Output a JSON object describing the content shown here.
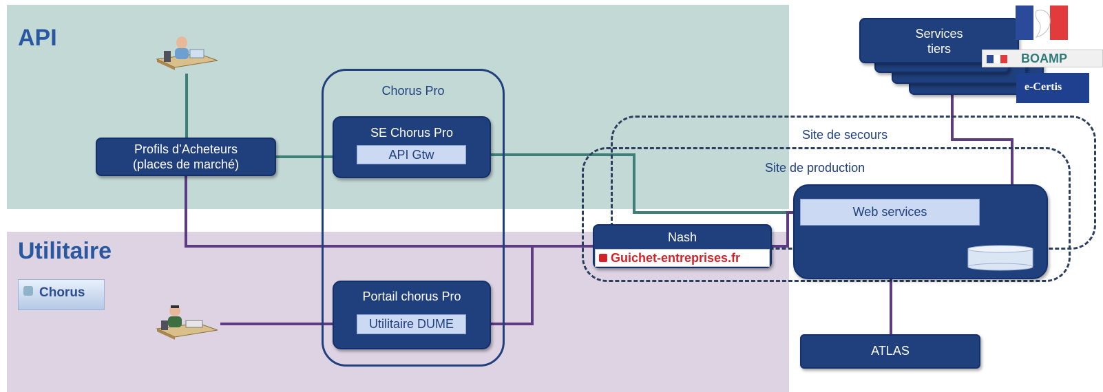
{
  "bands": {
    "api_title": "API",
    "util_title": "Utilitaire"
  },
  "chorus_logo": {
    "text": "Chorus"
  },
  "boxes": {
    "profils_line1": "Profils d’Acheteurs",
    "profils_line2": "(places de marché)",
    "chorus_pro_group": "Chorus Pro",
    "se_chorus_pro": "SE Chorus Pro",
    "api_gtw": "API Gtw",
    "portail_chorus_pro": "Portail chorus Pro",
    "utilitaire_dume": "Utilitaire DUME",
    "nash": "Nash",
    "guichet": "Guichet-entreprises.fr",
    "web_services": "Web services",
    "atlas": "ATLAS",
    "services_tiers_line1": "Services",
    "services_tiers_line2": "tiers"
  },
  "sites": {
    "secours": "Site de secours",
    "production": "Site de production"
  },
  "logos": {
    "boamp": "BOAMP",
    "ecertis": "e-Certis"
  },
  "colors": {
    "navy": "#1f3f7d",
    "teal_line": "#3e8077",
    "purple_line": "#5d3b80",
    "api_band": "#c3d9d6",
    "util_band": "#ddd3e3"
  }
}
